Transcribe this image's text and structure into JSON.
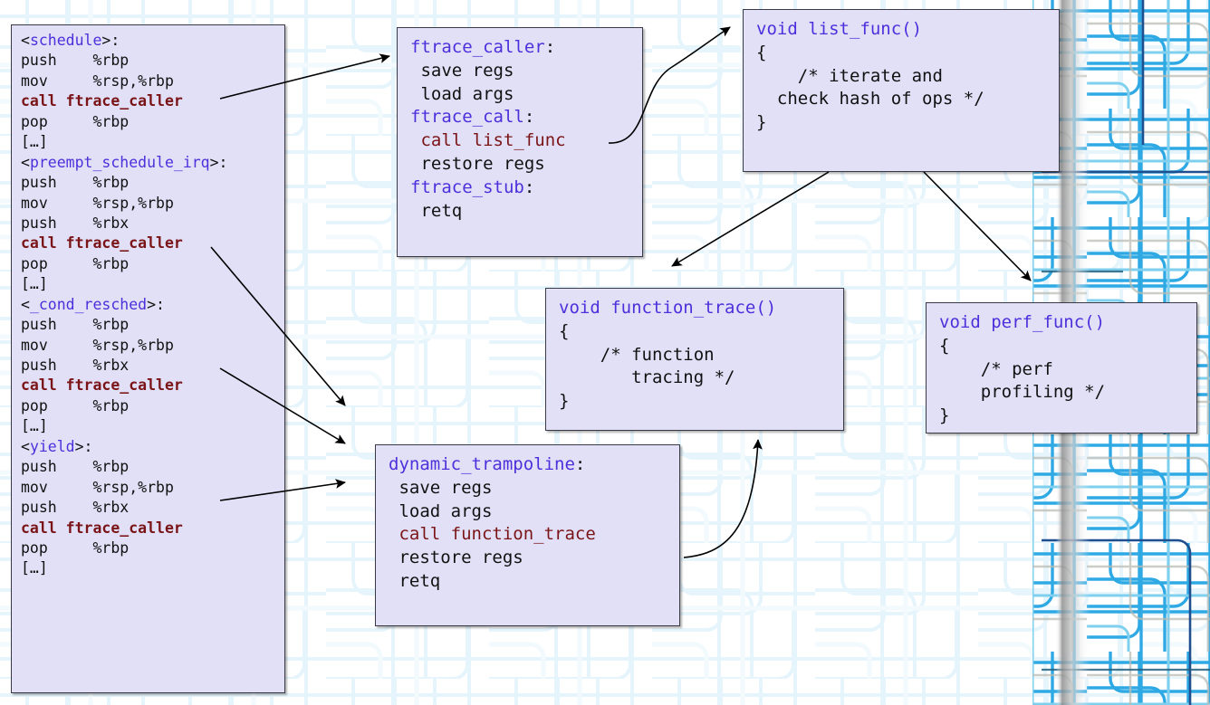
{
  "diagram": {
    "title": "ftrace dynamic trampoline call flow",
    "background": {
      "style": "circuit-board-traces",
      "trace_color_strong": "#29a9e0",
      "trace_color_faint": "#dff0fb",
      "page_color": "#ffffff"
    },
    "colors": {
      "box_fill": "#e2e0f7",
      "box_border": "#3a3a46",
      "label_text": "#4d2fdb",
      "call_text": "#7a1417",
      "plain_text": "#111111",
      "arrow": "#000000"
    },
    "boxes": [
      {
        "id": "schedule",
        "name": "kernel-functions-listing",
        "lines": [
          [
            {
              "t": "<",
              "c": "plain"
            },
            {
              "t": "schedule",
              "c": "label"
            },
            {
              "t": ">:",
              "c": "plain"
            }
          ],
          [
            {
              "t": "push    %rbp",
              "c": "plain"
            }
          ],
          [
            {
              "t": "mov     %rsp,%rbp",
              "c": "plain"
            }
          ],
          [
            {
              "t": "call ftrace_caller",
              "c": "callb"
            }
          ],
          [
            {
              "t": "pop     %rbp",
              "c": "plain"
            }
          ],
          [
            {
              "t": "[…]",
              "c": "plain"
            }
          ],
          [
            {
              "t": "<",
              "c": "plain"
            },
            {
              "t": "preempt_schedule_irq",
              "c": "label"
            },
            {
              "t": ">:",
              "c": "plain"
            }
          ],
          [
            {
              "t": "push    %rbp",
              "c": "plain"
            }
          ],
          [
            {
              "t": "mov     %rsp,%rbp",
              "c": "plain"
            }
          ],
          [
            {
              "t": "push    %rbx",
              "c": "plain"
            }
          ],
          [
            {
              "t": "call ftrace_caller",
              "c": "callb"
            }
          ],
          [
            {
              "t": "pop     %rbp",
              "c": "plain"
            }
          ],
          [
            {
              "t": "[…]",
              "c": "plain"
            }
          ],
          [
            {
              "t": "<",
              "c": "plain"
            },
            {
              "t": "_cond_resched",
              "c": "label"
            },
            {
              "t": ">:",
              "c": "plain"
            }
          ],
          [
            {
              "t": "push    %rbp",
              "c": "plain"
            }
          ],
          [
            {
              "t": "mov     %rsp,%rbp",
              "c": "plain"
            }
          ],
          [
            {
              "t": "push    %rbx",
              "c": "plain"
            }
          ],
          [
            {
              "t": "call ftrace_caller",
              "c": "callb"
            }
          ],
          [
            {
              "t": "pop     %rbp",
              "c": "plain"
            }
          ],
          [
            {
              "t": "[…]",
              "c": "plain"
            }
          ],
          [
            {
              "t": "<",
              "c": "plain"
            },
            {
              "t": "yield",
              "c": "label"
            },
            {
              "t": ">:",
              "c": "plain"
            }
          ],
          [
            {
              "t": "push    %rbp",
              "c": "plain"
            }
          ],
          [
            {
              "t": "mov     %rsp,%rbp",
              "c": "plain"
            }
          ],
          [
            {
              "t": "push    %rbx",
              "c": "plain"
            }
          ],
          [
            {
              "t": "call ftrace_caller",
              "c": "callb"
            }
          ],
          [
            {
              "t": "pop     %rbp",
              "c": "plain"
            }
          ],
          [
            {
              "t": "[…]",
              "c": "plain"
            }
          ]
        ]
      },
      {
        "id": "ftrace_caller",
        "name": "ftrace-caller-trampoline",
        "lines": [
          [
            {
              "t": "ftrace_caller",
              "c": "label"
            },
            {
              "t": ":",
              "c": "plain"
            }
          ],
          [
            {
              "t": " save regs",
              "c": "plain"
            }
          ],
          [
            {
              "t": " load args",
              "c": "plain"
            }
          ],
          [
            {
              "t": "ftrace_call",
              "c": "label"
            },
            {
              "t": ":",
              "c": "plain"
            }
          ],
          [
            {
              "t": " call list_func",
              "c": "call"
            }
          ],
          [
            {
              "t": " restore regs",
              "c": "plain"
            }
          ],
          [
            {
              "t": "ftrace_stub",
              "c": "label"
            },
            {
              "t": ":",
              "c": "plain"
            }
          ],
          [
            {
              "t": " retq",
              "c": "plain"
            }
          ]
        ]
      },
      {
        "id": "list_func",
        "name": "list-func-dispatcher",
        "lines": [
          [
            {
              "t": "void list_func()",
              "c": "label"
            }
          ],
          [
            {
              "t": "{",
              "c": "plain"
            }
          ],
          [
            {
              "t": "    /* iterate and",
              "c": "plain"
            }
          ],
          [
            {
              "t": "  check hash of ops */",
              "c": "plain"
            }
          ],
          [
            {
              "t": "}",
              "c": "plain"
            }
          ]
        ]
      },
      {
        "id": "function_trace",
        "name": "function-trace-callback",
        "lines": [
          [
            {
              "t": "void function_trace()",
              "c": "label"
            }
          ],
          [
            {
              "t": "{",
              "c": "plain"
            }
          ],
          [
            {
              "t": "    /* function",
              "c": "plain"
            }
          ],
          [
            {
              "t": "       tracing */",
              "c": "plain"
            }
          ],
          [
            {
              "t": "}",
              "c": "plain"
            }
          ]
        ]
      },
      {
        "id": "perf_func",
        "name": "perf-func-callback",
        "lines": [
          [
            {
              "t": "void perf_func()",
              "c": "label"
            }
          ],
          [
            {
              "t": "{",
              "c": "plain"
            }
          ],
          [
            {
              "t": "    /* perf",
              "c": "plain"
            }
          ],
          [
            {
              "t": "    profiling */",
              "c": "plain"
            }
          ],
          [
            {
              "t": "}",
              "c": "plain"
            }
          ]
        ]
      },
      {
        "id": "dynamic_trampoline",
        "name": "dynamic-trampoline",
        "lines": [
          [
            {
              "t": "dynamic_trampoline",
              "c": "label"
            },
            {
              "t": ":",
              "c": "plain"
            }
          ],
          [
            {
              "t": " save regs",
              "c": "plain"
            }
          ],
          [
            {
              "t": " load args",
              "c": "plain"
            }
          ],
          [
            {
              "t": " call function_trace",
              "c": "call"
            }
          ],
          [
            {
              "t": " restore regs",
              "c": "plain"
            }
          ],
          [
            {
              "t": " retq",
              "c": "plain"
            }
          ]
        ]
      }
    ],
    "arrows": [
      {
        "name": "arrow-schedule-to-ftrace-caller",
        "from": "schedule",
        "to": "ftrace_caller"
      },
      {
        "name": "arrow-preempt-to-dynamic-trampoline",
        "from": "schedule",
        "to": "dynamic_trampoline"
      },
      {
        "name": "arrow-cond-resched-to-dynamic-trampoline",
        "from": "schedule",
        "to": "dynamic_trampoline"
      },
      {
        "name": "arrow-yield-to-dynamic-trampoline",
        "from": "schedule",
        "to": "dynamic_trampoline"
      },
      {
        "name": "arrow-ftrace-call-to-list-func",
        "from": "ftrace_caller",
        "to": "list_func"
      },
      {
        "name": "arrow-list-func-to-function-trace",
        "from": "list_func",
        "to": "function_trace"
      },
      {
        "name": "arrow-list-func-to-perf-func",
        "from": "list_func",
        "to": "perf_func"
      },
      {
        "name": "arrow-trampoline-to-function-trace",
        "from": "dynamic_trampoline",
        "to": "function_trace"
      }
    ]
  }
}
